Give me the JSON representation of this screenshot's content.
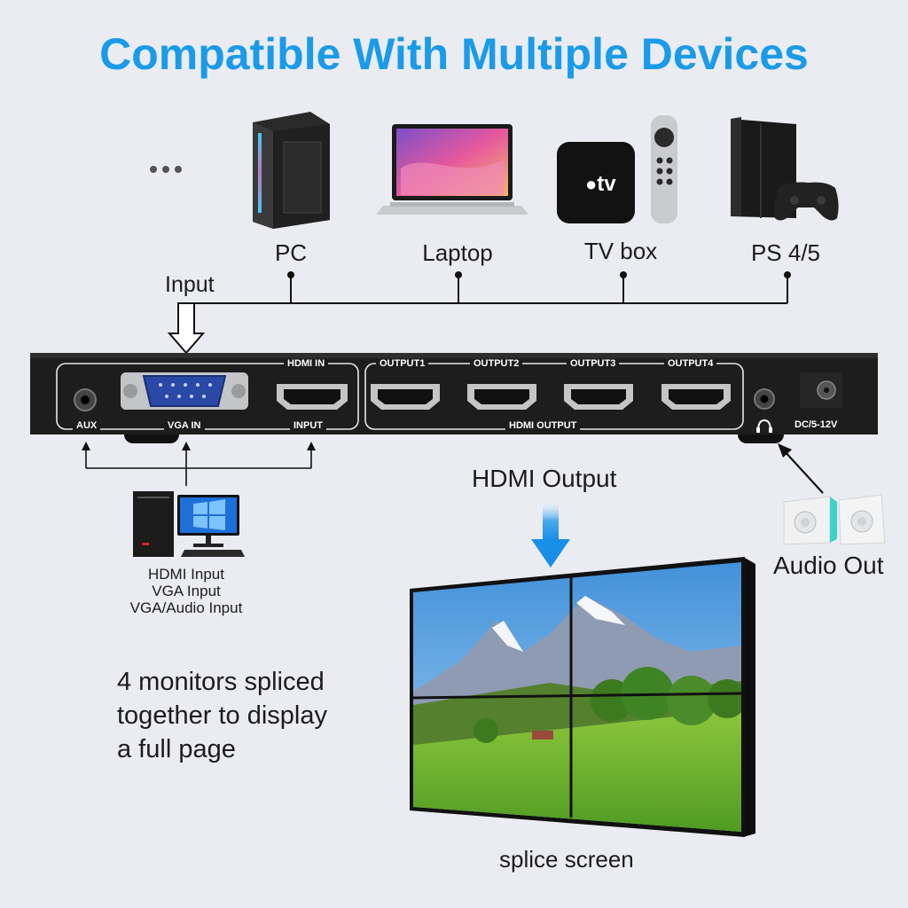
{
  "headline": "Compatible With Multiple Devices",
  "more_indicator": "...",
  "devices": [
    {
      "label": "PC",
      "icon": "pc-tower-icon"
    },
    {
      "label": "Laptop",
      "icon": "laptop-icon"
    },
    {
      "label": "TV box",
      "icon": "tv-box-icon"
    },
    {
      "label": "PS 4/5",
      "icon": "game-console-icon"
    }
  ],
  "tv_box_brand": "tv",
  "input_label": "Input",
  "switcher": {
    "ports_top": {
      "hdmi_in": "HDMI IN",
      "output1": "OUTPUT1",
      "output2": "OUTPUT2",
      "output3": "OUTPUT3",
      "output4": "OUTPUT4"
    },
    "ports_bottom": {
      "aux": "AUX",
      "vga_in": "VGA IN",
      "input": "INPUT",
      "hdmi_output": "HDMI OUTPUT",
      "dc": "DC/5-12V"
    }
  },
  "source_caption": {
    "line1": "HDMI Input",
    "line2": "VGA Input",
    "line3": "VGA/Audio Input"
  },
  "hdmi_output_label": "HDMI Output",
  "audio_out_label": "Audio Out",
  "description": {
    "line1": "4 monitors spliced",
    "line2": "together to display",
    "line3": "a full page"
  },
  "screen_caption": "splice screen",
  "colors": {
    "headline": "#1a9bea",
    "background": "#ebecf1",
    "device_body": "#1d1d1d",
    "arrow_blue": "#1a8fe8"
  }
}
